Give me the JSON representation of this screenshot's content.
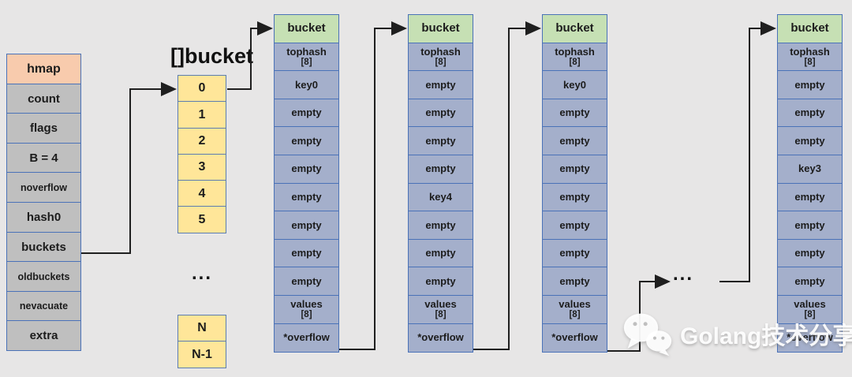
{
  "hmap": {
    "title": "hmap",
    "fields": [
      "count",
      "flags",
      "B = 4",
      "noverflow",
      "hash0",
      "buckets",
      "oldbuckets",
      "nevacuate",
      "extra"
    ]
  },
  "bucket_array": {
    "label": "[]bucket",
    "cells": [
      "0",
      "1",
      "2",
      "3",
      "4",
      "5"
    ],
    "ellipsis": "...",
    "tail": [
      "N",
      "N-1"
    ]
  },
  "mid_ellipsis": "...",
  "buckets": [
    {
      "header": "bucket",
      "tophash_label": "tophash",
      "tophash_sub": "[8]",
      "slots": [
        "key0",
        "empty",
        "empty",
        "empty",
        "empty",
        "empty",
        "empty",
        "empty"
      ],
      "values_label": "values",
      "values_sub": "[8]",
      "overflow": "*overflow"
    },
    {
      "header": "bucket",
      "tophash_label": "tophash",
      "tophash_sub": "[8]",
      "slots": [
        "empty",
        "empty",
        "empty",
        "empty",
        "key4",
        "empty",
        "empty",
        "empty"
      ],
      "values_label": "values",
      "values_sub": "[8]",
      "overflow": "*overflow"
    },
    {
      "header": "bucket",
      "tophash_label": "tophash",
      "tophash_sub": "[8]",
      "slots": [
        "key0",
        "empty",
        "empty",
        "empty",
        "empty",
        "empty",
        "empty",
        "empty"
      ],
      "values_label": "values",
      "values_sub": "[8]",
      "overflow": "*overflow"
    },
    {
      "header": "bucket",
      "tophash_label": "tophash",
      "tophash_sub": "[8]",
      "slots": [
        "empty",
        "empty",
        "empty",
        "key3",
        "empty",
        "empty",
        "empty",
        "empty"
      ],
      "values_label": "values",
      "values_sub": "[8]",
      "overflow": "*overflow"
    }
  ],
  "watermark": {
    "text": "Golang技术分享",
    "icon": "wechat-icon"
  },
  "colors": {
    "background": "#e7e6e6",
    "hmap_header": "#f8cbad",
    "hmap_cell": "#bfbfbf",
    "bucket_header": "#c6e0b4",
    "bucket_cell": "#a4afcb",
    "array_cell": "#ffe699",
    "border": "#4a72b8",
    "arrow": "#1f1f1f"
  }
}
